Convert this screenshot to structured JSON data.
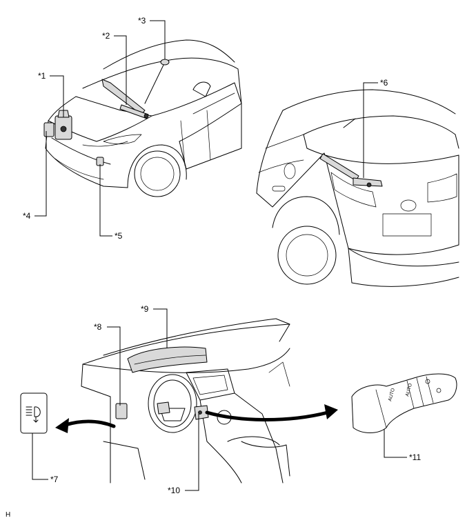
{
  "callouts": {
    "c1": "*1",
    "c2": "*2",
    "c3": "*3",
    "c4": "*4",
    "c5": "*5",
    "c6": "*6",
    "c7": "*7",
    "c8": "*8",
    "c9": "*9",
    "c10": "*10",
    "c11": "*11"
  },
  "stalk": {
    "auto_label": "AUTO"
  },
  "corner_code": "H",
  "icons": {
    "headlamp_symbol": "headlight-leveling-icon"
  }
}
